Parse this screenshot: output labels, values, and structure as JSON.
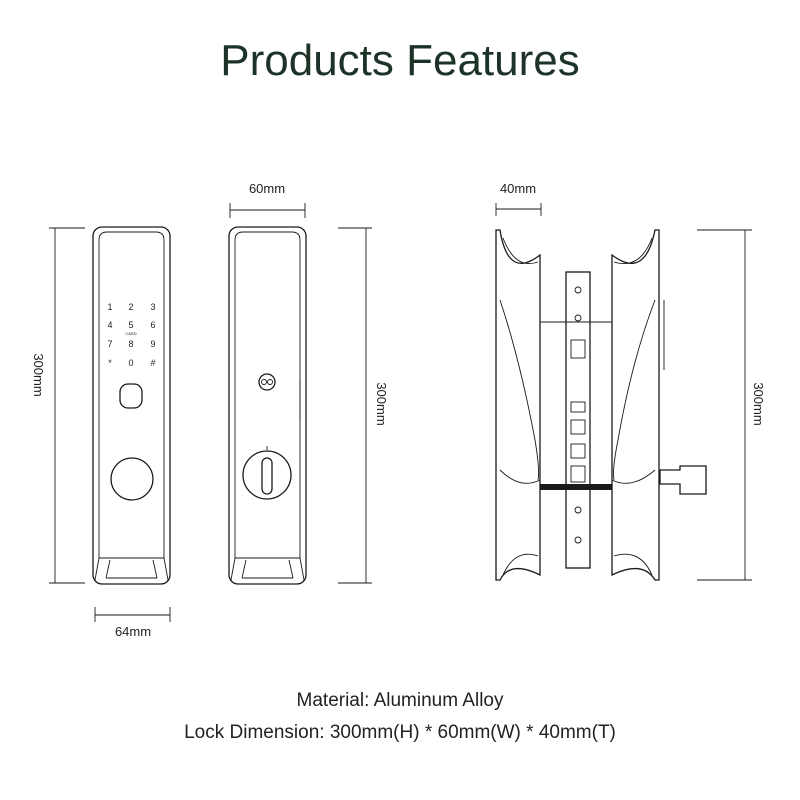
{
  "title": "Products Features",
  "dimensions": {
    "front_width": "64mm",
    "side_width": "60mm",
    "edge_width": "40mm",
    "height_front": "300mm",
    "height_side": "300mm",
    "height_edge": "300mm"
  },
  "keypad": {
    "keys": [
      "1",
      "2",
      "3",
      "4",
      "5",
      "6",
      "7",
      "8",
      "9",
      "*",
      "0",
      "#"
    ],
    "card_label": "CARD"
  },
  "captions": {
    "material": "Material: Aluminum Alloy",
    "dimension": "Lock Dimension: 300mm(H) * 60mm(W) * 40mm(T)"
  }
}
